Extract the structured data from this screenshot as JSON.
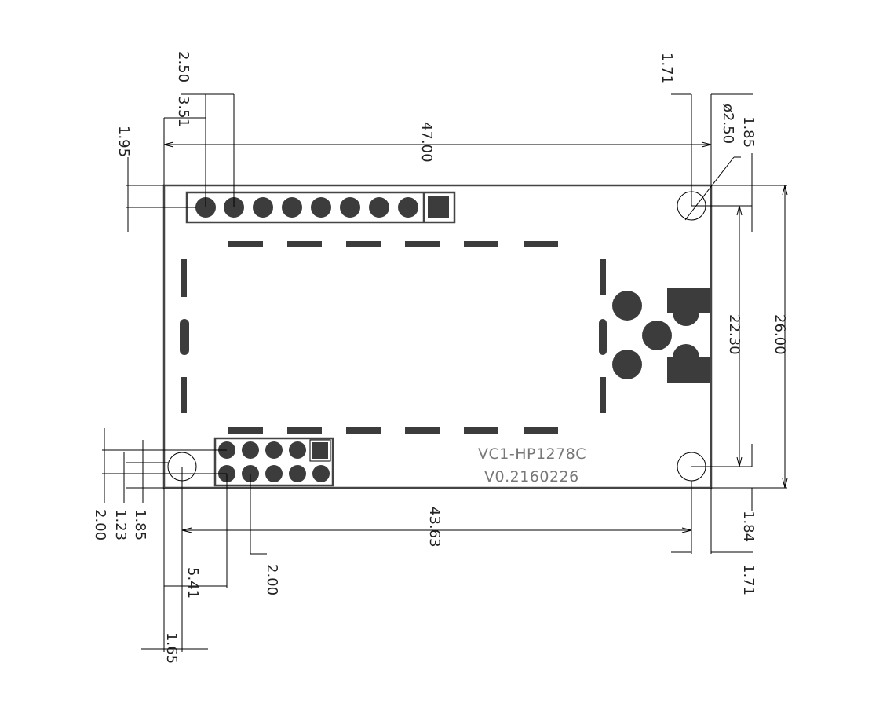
{
  "board": {
    "model": "VC1-HP1278C",
    "version": "V0.2160226"
  },
  "dimensions": {
    "top_pitch": "2.50",
    "top_offset": "3.51",
    "overall_width": "47.00",
    "top_header_offset": "1.95",
    "hole_top_offset": "1.71",
    "hole_diameter": "ø2.50",
    "hole_right_offset": "1.85",
    "hole_span_vertical": "22.30",
    "overall_height": "26.00",
    "left_2": "2.00",
    "left_123": "1.23",
    "left_185": "1.85",
    "hole_span_horizontal": "43.63",
    "bottom_pitch": "2.00",
    "bottom_offset": "5.41",
    "hole_left_offset": "1.65",
    "bottom_right_offset": "1.84",
    "bottom_right_hole": "1.71"
  }
}
